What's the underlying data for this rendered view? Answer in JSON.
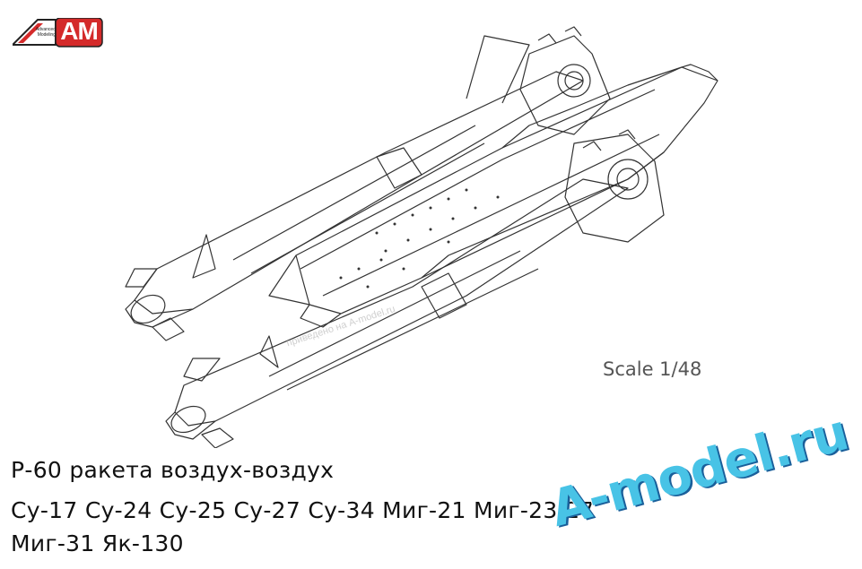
{
  "logo": {
    "small_text": "Advanced Modeling",
    "mark": "AM",
    "colors": {
      "red": "#d42a2a",
      "dark": "#222222"
    }
  },
  "drawing": {
    "icon": "missile-pylon-line-drawing"
  },
  "scale_label": "Scale 1/48",
  "title": {
    "line1": "Р-60 ракета воздух-воздух",
    "line2": "Су-17 Су-24 Су-25 Су-27 Су-34 Миг-21 Миг-23/27",
    "line3": "Миг-31 Як-130"
  },
  "watermark": {
    "text": "A-model.ru",
    "small": "приведено на A-model.ru",
    "color": "#48c3e6"
  }
}
